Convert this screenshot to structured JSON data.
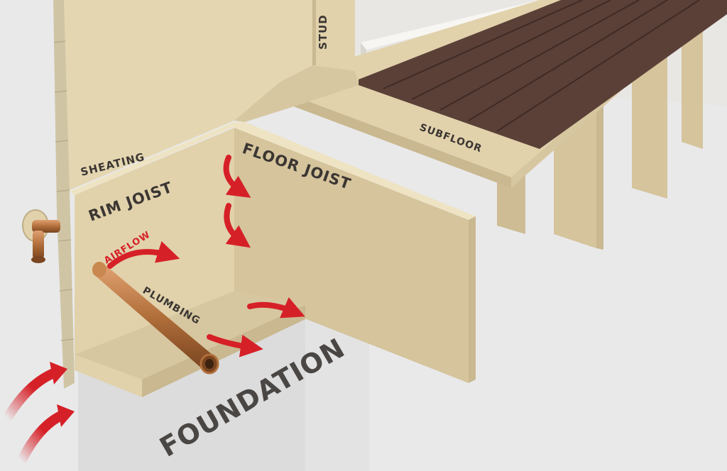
{
  "labels": {
    "stud": "STUD",
    "sheathing": "SHEATING",
    "rim_joist": "RIM JOIST",
    "floor_joist": "FLOOR JOIST",
    "subfloor": "SUBFLOOR",
    "airflow": "AIRFLOW",
    "plumbing": "PLUMBING",
    "foundation": "FOUNDATION"
  },
  "colors": {
    "background": "#e9e9ea",
    "wood": "#e1d2ac",
    "wood_dark": "#c9b890",
    "wood_edge": "#eee3c3",
    "floorboard": "#5b4038",
    "copper": "#b06e3a",
    "arrow": "#d62027",
    "concrete": "#dcdcdd",
    "label": "#3b3632"
  }
}
